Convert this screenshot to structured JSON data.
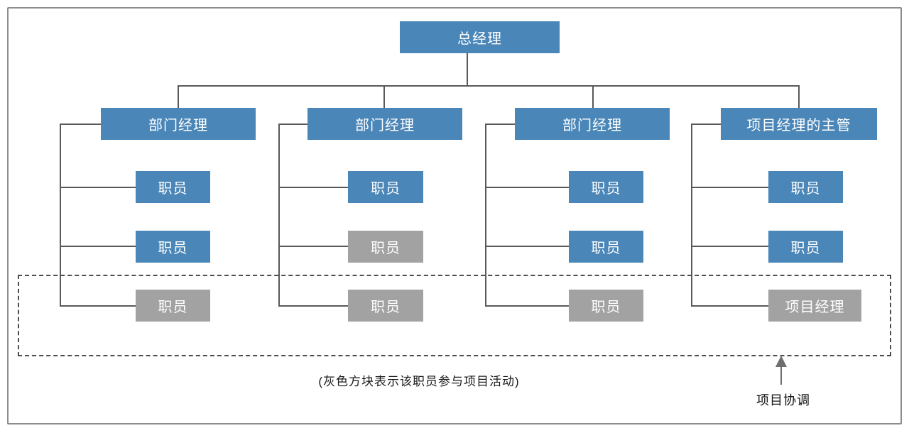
{
  "diagram": {
    "title_node": {
      "label": "总经理",
      "variant": "blue"
    },
    "columns": [
      {
        "manager": {
          "label": "部门经理",
          "variant": "blue"
        },
        "staff": [
          {
            "label": "职员",
            "variant": "blue"
          },
          {
            "label": "职员",
            "variant": "blue"
          },
          {
            "label": "职员",
            "variant": "gray"
          }
        ]
      },
      {
        "manager": {
          "label": "部门经理",
          "variant": "blue"
        },
        "staff": [
          {
            "label": "职员",
            "variant": "blue"
          },
          {
            "label": "职员",
            "variant": "gray"
          },
          {
            "label": "职员",
            "variant": "gray"
          }
        ]
      },
      {
        "manager": {
          "label": "部门经理",
          "variant": "blue"
        },
        "staff": [
          {
            "label": "职员",
            "variant": "blue"
          },
          {
            "label": "职员",
            "variant": "blue"
          },
          {
            "label": "职员",
            "variant": "gray"
          }
        ]
      },
      {
        "manager": {
          "label": "项目经理的主管",
          "variant": "blue"
        },
        "staff": [
          {
            "label": "职员",
            "variant": "blue"
          },
          {
            "label": "职员",
            "variant": "blue"
          },
          {
            "label": "项目经理",
            "variant": "gray"
          }
        ]
      }
    ],
    "caption": "(灰色方块表示该职员参与项目活动)",
    "coordination_label": "项目协调",
    "colors": {
      "node_active_blue": "#4A86B7",
      "node_project_gray": "#A2A2A2",
      "connector_line": "#595959",
      "dashed_border": "#4D4D4D",
      "frame_border": "#8C8C8C",
      "node_text": "#FFFFFF",
      "caption_text": "#1A1A1A"
    }
  }
}
